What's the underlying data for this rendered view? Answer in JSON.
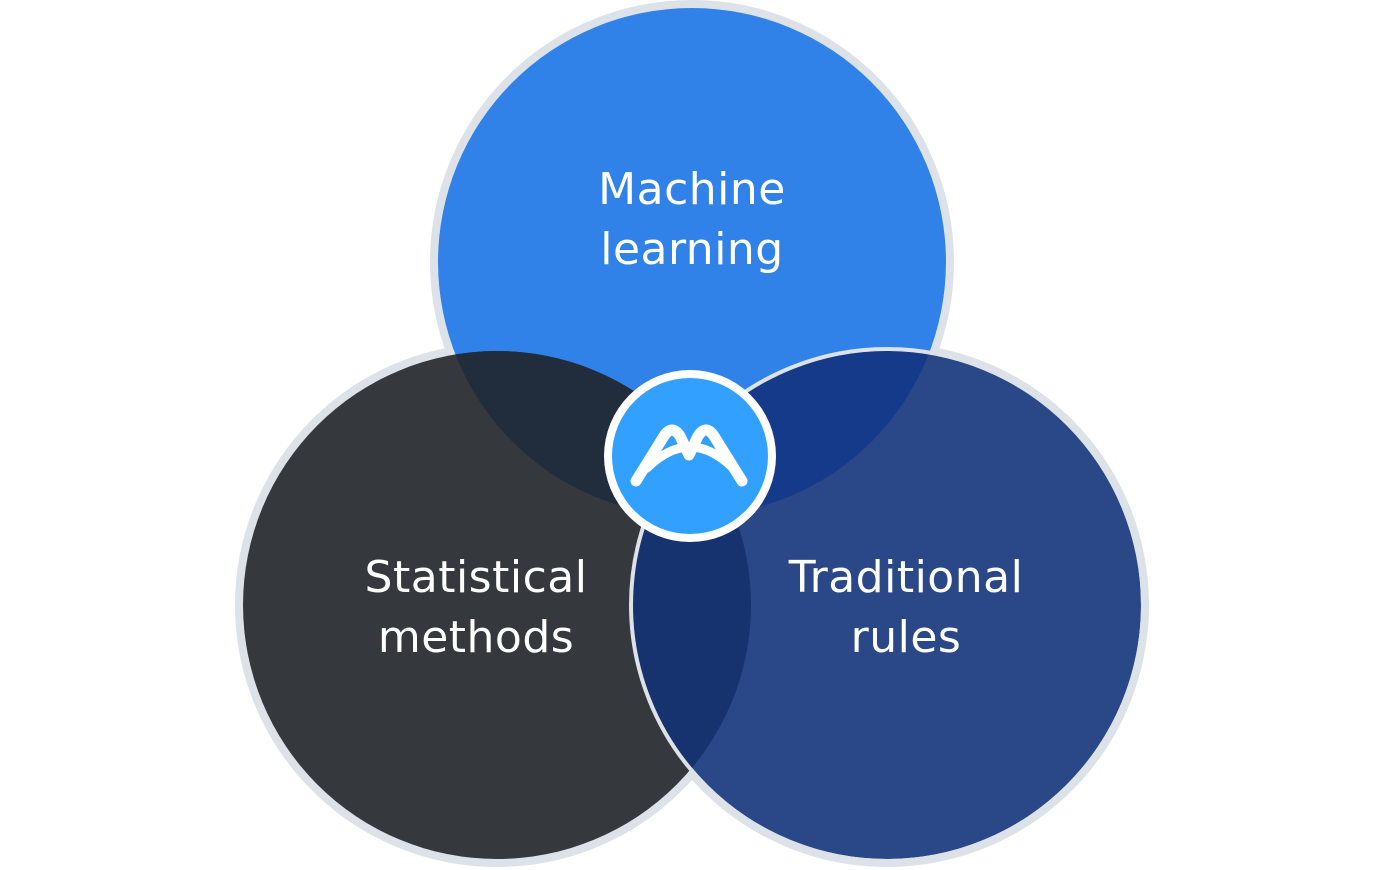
{
  "diagram": {
    "circles": [
      {
        "id": "machine-learning",
        "lines": [
          "Machine",
          "learning"
        ],
        "color": "#3182e8"
      },
      {
        "id": "statistical-methods",
        "lines": [
          "Statistical",
          "methods"
        ],
        "color": "#35393d"
      },
      {
        "id": "traditional-rules",
        "lines": [
          "Traditional",
          "rules"
        ],
        "color": "#2a4888"
      }
    ],
    "colors": {
      "ring": "#dde2e8",
      "ml_stat_overlap": "#212c3d",
      "ml_trad_overlap": "#163a8a",
      "stat_trad_overlap": "#163370",
      "logo_fill": "#32a0ff",
      "logo_ring": "#ffffff"
    },
    "center_logo": "logo-icon"
  }
}
